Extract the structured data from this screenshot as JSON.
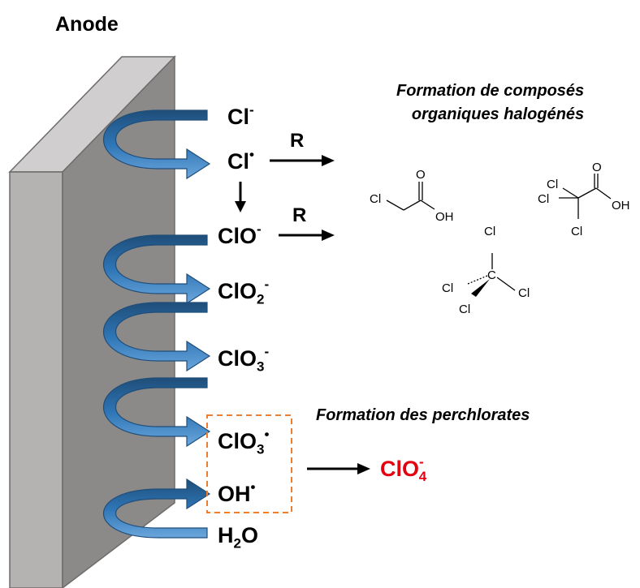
{
  "title": "Anode",
  "species": {
    "cl_minus": {
      "base": "Cl",
      "sup": "-"
    },
    "cl_radical": {
      "base": "Cl",
      "sup": "•"
    },
    "clo_minus": {
      "base": "ClO",
      "sup": "-"
    },
    "clo2_minus": {
      "base": "ClO",
      "sub": "2",
      "sup": "-"
    },
    "clo3_minus": {
      "base": "ClO",
      "sub": "3",
      "sup": "-"
    },
    "clo3_radical": {
      "base": "ClO",
      "sub": "3",
      "sup": "•"
    },
    "oh_radical": {
      "base": "OH",
      "sup": "•"
    },
    "water": {
      "base": "H",
      "sub": "2",
      "tail": "O"
    }
  },
  "reaction_label": "R",
  "captions": {
    "halogenated_line1": "Formation de composés",
    "halogenated_line2": "organiques halogénés",
    "perchlorates": "Formation des perchlorates"
  },
  "product": {
    "base": "ClO",
    "sup": "-",
    "sub": "4"
  },
  "molecules": {
    "chloroacetic_acid": {
      "cl": "Cl",
      "o": "O",
      "oh": "OH"
    },
    "trichloroacetic_acid": {
      "cl1": "Cl",
      "cl2": "Cl",
      "cl3": "Cl",
      "o": "O",
      "oh": "OH"
    },
    "carbon_tetrachloride": {
      "c": "C",
      "cl_top": "Cl",
      "cl_left": "Cl",
      "cl_right": "Cl",
      "cl_bottom": "Cl"
    }
  },
  "colors": {
    "arrow_blue": "#2e75b6",
    "arrow_light": "#5b9bd5",
    "electrode_face": "#8c8989",
    "electrode_side": "#b5b2b2",
    "electrode_top": "#d0cece",
    "box_orange": "#ed7d31",
    "product_red": "#e3000f"
  }
}
